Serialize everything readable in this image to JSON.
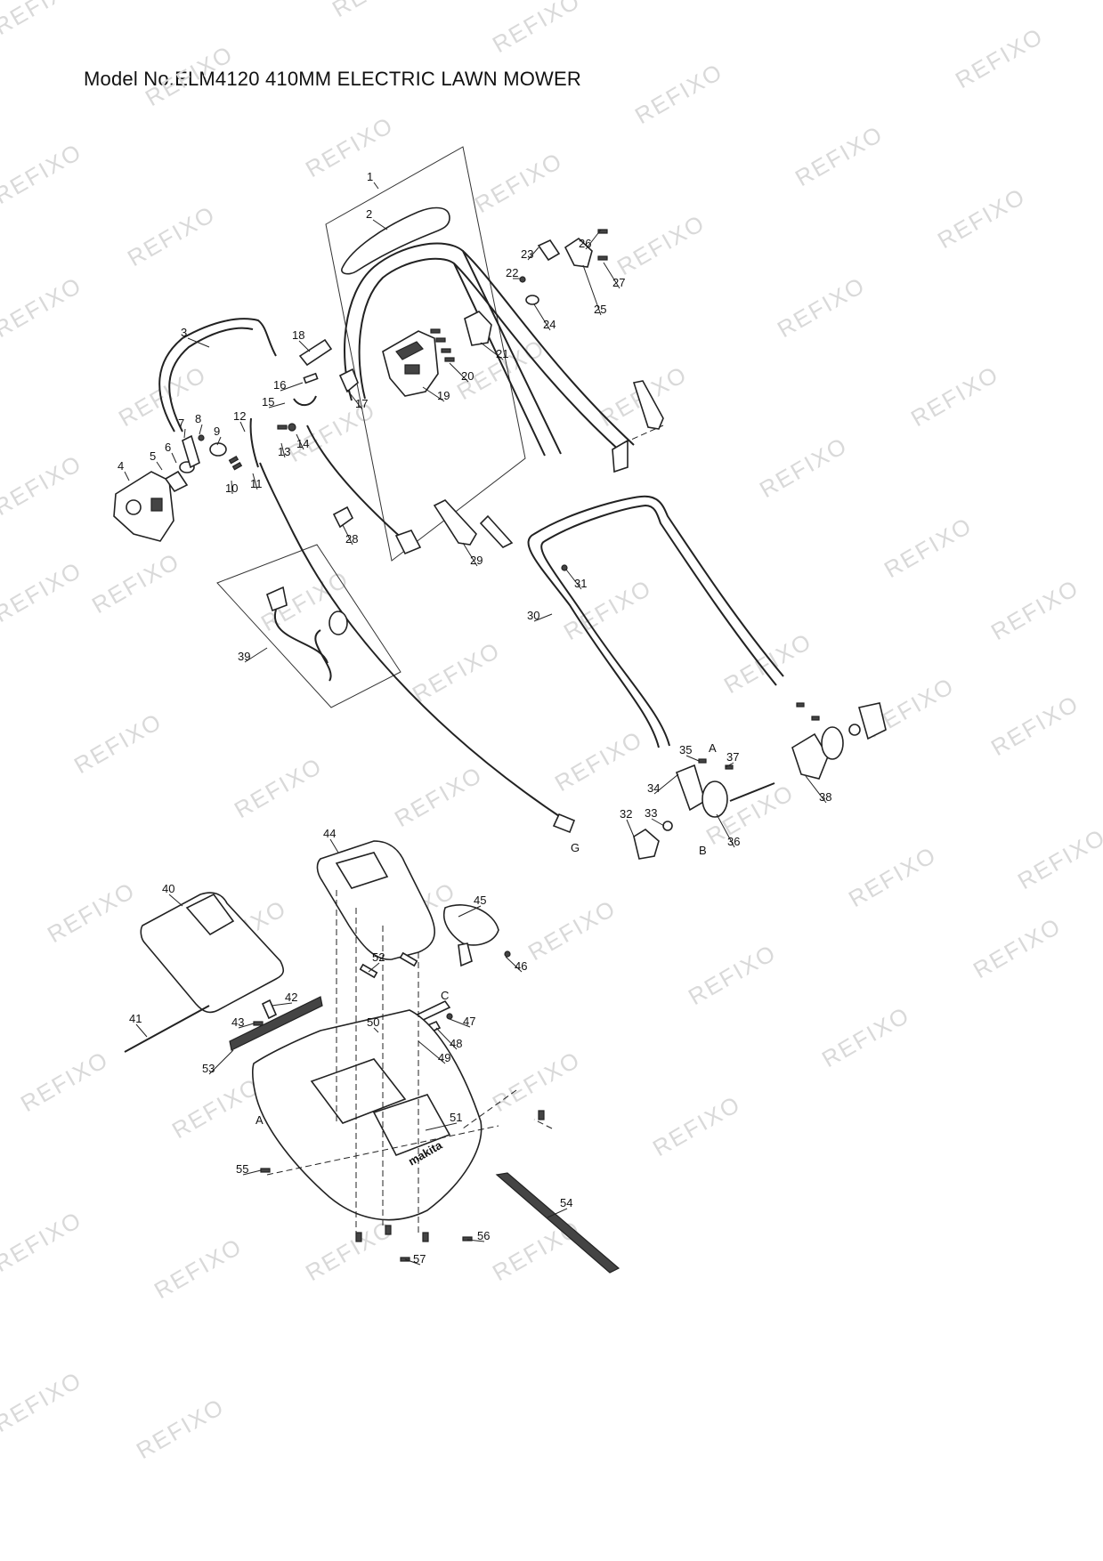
{
  "title": "Model No.ELM4120 410MM ELECTRIC LAWN MOWER",
  "watermark": "REFIXO",
  "part_labels": [
    "1",
    "2",
    "3",
    "4",
    "5",
    "6",
    "7",
    "8",
    "9",
    "10",
    "11",
    "12",
    "13",
    "14",
    "15",
    "16",
    "17",
    "18",
    "19",
    "20",
    "21",
    "22",
    "23",
    "24",
    "25",
    "26",
    "27",
    "28",
    "29",
    "30",
    "31",
    "32",
    "33",
    "34",
    "35",
    "36",
    "37",
    "38",
    "39",
    "40",
    "41",
    "42",
    "43",
    "44",
    "45",
    "46",
    "47",
    "48",
    "49",
    "50",
    "51",
    "52",
    "53",
    "54",
    "55",
    "56",
    "57"
  ],
  "reference_marks": [
    "A",
    "B",
    "G",
    "A",
    "C"
  ],
  "colors": {
    "line": "#222222",
    "watermark": "#d9d9d9",
    "background": "#ffffff"
  }
}
